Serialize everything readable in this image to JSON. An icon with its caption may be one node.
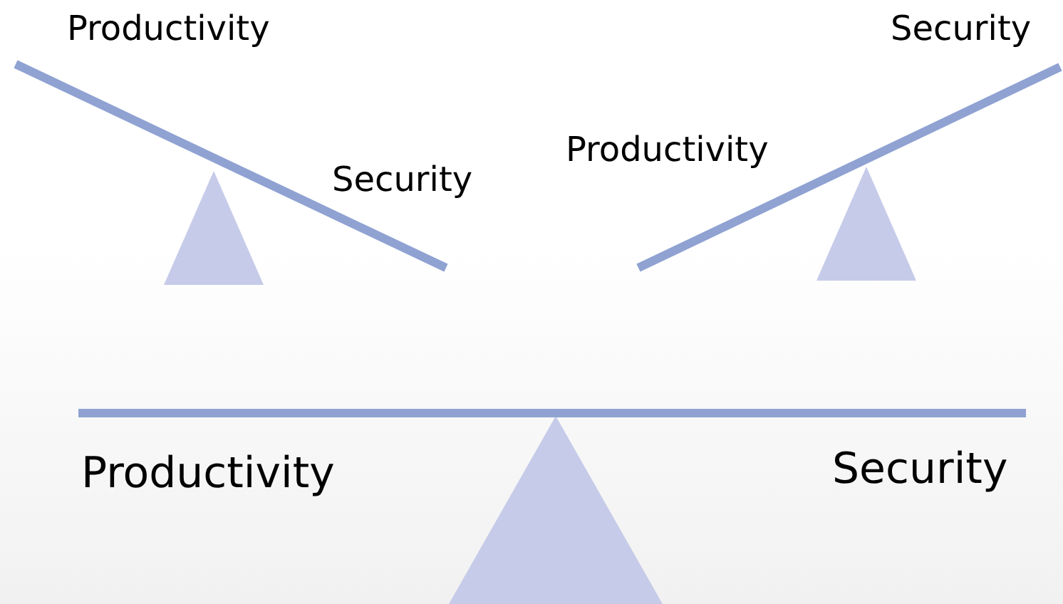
{
  "diagram": {
    "labels": [
      "Productivity",
      "Security",
      "Security",
      "Productivity",
      "Productivity",
      "Security"
    ]
  }
}
